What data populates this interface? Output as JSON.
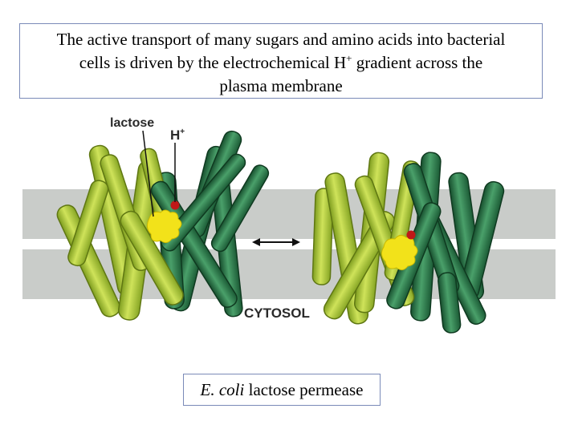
{
  "title": {
    "line1": "The active transport of many sugars and amino acids into bacterial",
    "line2_pre": "cells is driven by the electrochemical H",
    "line2_sup": "+",
    "line2_post": " gradient across the",
    "line3": "plasma membrane"
  },
  "labels": {
    "lactose": "lactose",
    "proton": "H",
    "proton_sup": "+",
    "cytosol": "CYTOSOL"
  },
  "caption": {
    "species": "E. coli",
    "rest": " lactose permease"
  },
  "colors": {
    "membrane": "#c9ccc9",
    "helix_light": "#a9c93a",
    "helix_dark": "#2f7a4c",
    "lactose": "#f2e21a",
    "proton": "#c01818"
  }
}
